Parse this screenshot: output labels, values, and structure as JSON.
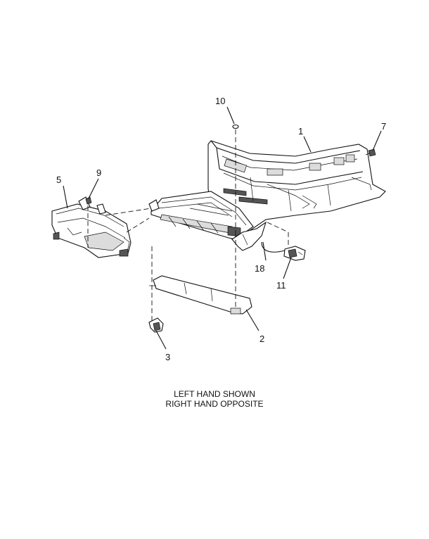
{
  "callouts": {
    "c1": "1",
    "c2": "2",
    "c3": "3",
    "c5": "5",
    "c7": "7",
    "c9": "9",
    "c10": "10",
    "c11": "11",
    "c18": "18"
  },
  "caption": {
    "line1": "LEFT HAND SHOWN",
    "line2": "RIGHT HAND OPPOSITE"
  }
}
